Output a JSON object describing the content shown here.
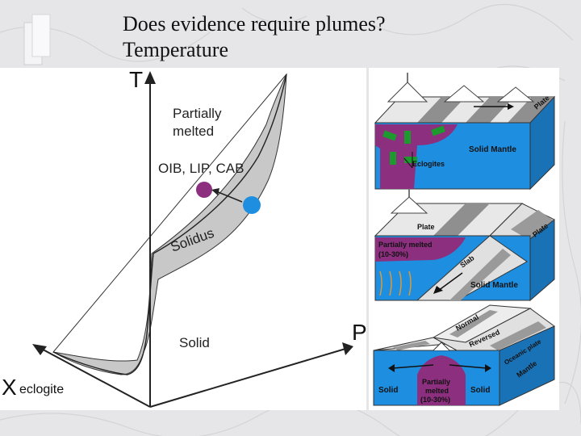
{
  "title_line1": "Does evidence require plumes?",
  "title_line2": "Temperature",
  "diagram": {
    "axis_t": "T",
    "axis_p": "P",
    "axis_x_main": "X",
    "axis_x_sub": "eclogite",
    "label_partially_melted_1": "Partially",
    "label_partially_melted_2": "melted",
    "label_oib": "OIB, LIP, CAB",
    "label_solidus": "Solidus",
    "label_solid": "Solid"
  },
  "panel_top": {
    "plate": "Plate",
    "solid_mantle": "Solid Mantle",
    "eclogites": "Eclogites"
  },
  "panel_middle": {
    "plate_left": "Plate",
    "plate_right": "Plate",
    "partially_melted": "Partially melted",
    "percent": "(10-30%)",
    "slab": "Slab",
    "solid_mantle": "Solid Mantle"
  },
  "panel_bottom": {
    "normal": "Normal",
    "reversed": "Reversed",
    "oceanic_plate": "Oceanic plate",
    "mantle": "Mantle",
    "solid_left": "Solid",
    "solid_right": "Solid",
    "partially": "Partially",
    "melted": "melted",
    "percent": "(10-30%)"
  },
  "colors": {
    "mantle_blue": "#1e8fe0",
    "melt_purple": "#8b2f7e",
    "eclogite_green": "#1c9a2e",
    "solidus_gray": "#c8c8c8",
    "blue_dot": "#1e8fe0"
  }
}
